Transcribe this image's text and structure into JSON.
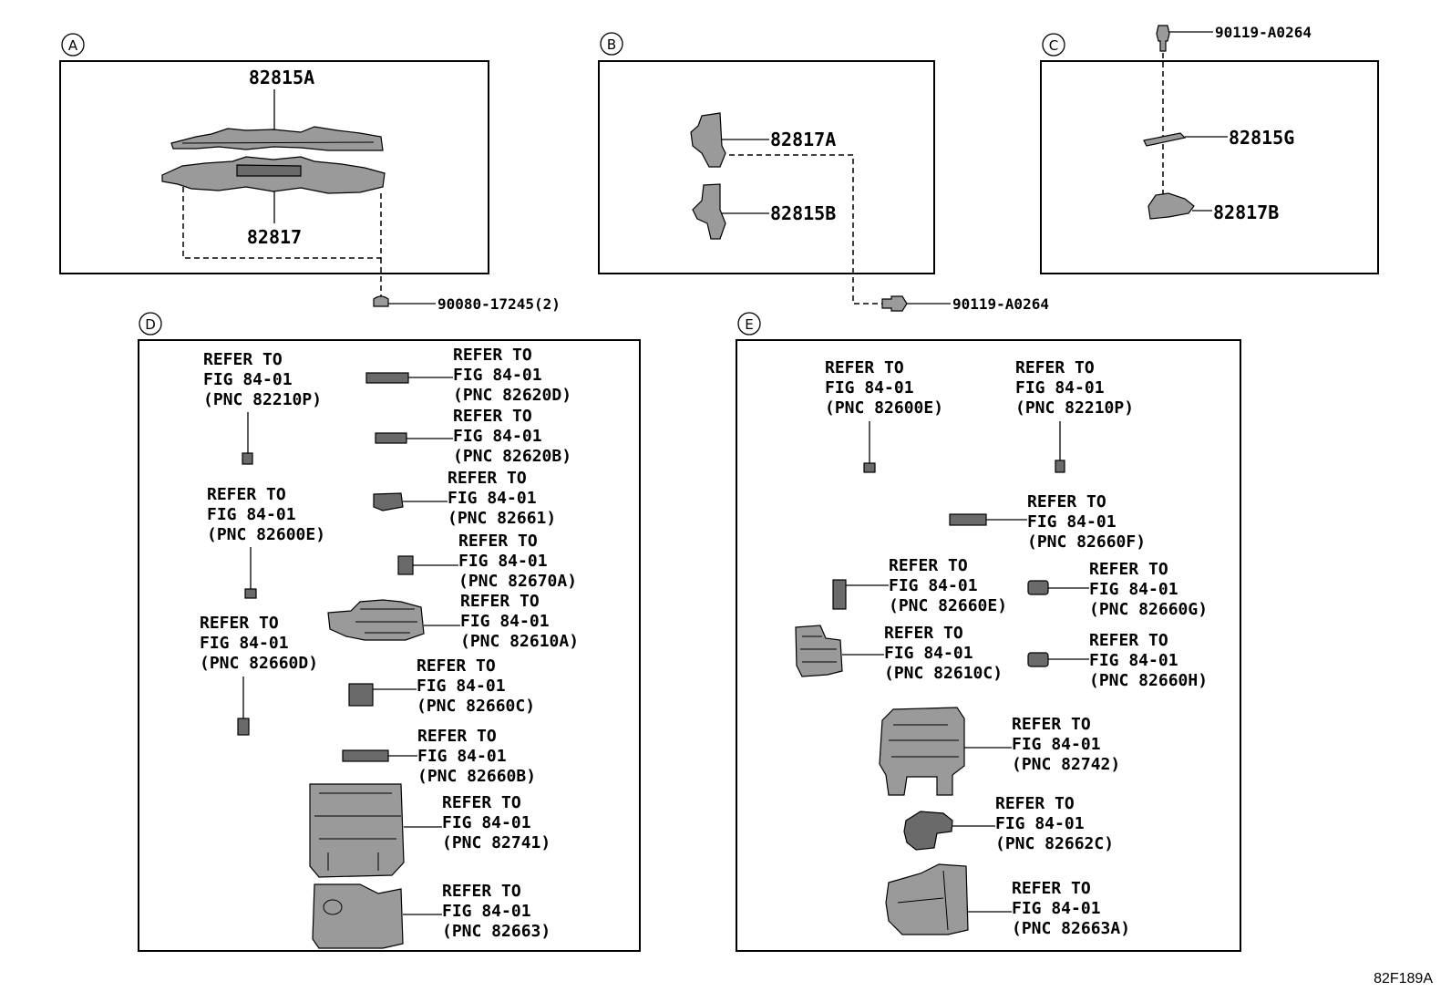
{
  "diagram_code": "82F189A",
  "sections": {
    "A": {
      "label": "A",
      "part_top": "82815A",
      "part_bottom": "82817",
      "fastener": "90080-17245(2)"
    },
    "B": {
      "label": "B",
      "part_top": "82817A",
      "part_bottom": "82815B",
      "fastener": "90119-A0264"
    },
    "C": {
      "label": "C",
      "fastener_top": "90119-A0264",
      "part_mid": "82815G",
      "part_bottom": "82817B"
    },
    "D": {
      "label": "D",
      "refs": [
        {
          "l1": "REFER TO",
          "l2": "FIG 84-01",
          "l3": "(PNC 82210P)"
        },
        {
          "l1": "REFER TO",
          "l2": "FIG 84-01",
          "l3": "(PNC 82600E)"
        },
        {
          "l1": "REFER TO",
          "l2": "FIG 84-01",
          "l3": "(PNC 82660D)"
        },
        {
          "l1": "REFER TO",
          "l2": "FIG 84-01",
          "l3": "(PNC 82620D)"
        },
        {
          "l1": "REFER TO",
          "l2": "FIG 84-01",
          "l3": "(PNC 82620B)"
        },
        {
          "l1": "REFER TO",
          "l2": "FIG 84-01",
          "l3": "(PNC 82661)"
        },
        {
          "l1": "REFER TO",
          "l2": "FIG 84-01",
          "l3": "(PNC 82670A)"
        },
        {
          "l1": "REFER TO",
          "l2": "FIG 84-01",
          "l3": "(PNC 82610A)"
        },
        {
          "l1": "REFER TO",
          "l2": "FIG 84-01",
          "l3": "(PNC 82660C)"
        },
        {
          "l1": "REFER TO",
          "l2": "FIG 84-01",
          "l3": "(PNC 82660B)"
        },
        {
          "l1": "REFER TO",
          "l2": "FIG 84-01",
          "l3": "(PNC 82741)"
        },
        {
          "l1": "REFER TO",
          "l2": "FIG 84-01",
          "l3": "(PNC 82663)"
        }
      ]
    },
    "E": {
      "label": "E",
      "refs": [
        {
          "l1": "REFER TO",
          "l2": "FIG 84-01",
          "l3": "(PNC 82600E)"
        },
        {
          "l1": "REFER TO",
          "l2": "FIG 84-01",
          "l3": "(PNC 82210P)"
        },
        {
          "l1": "REFER TO",
          "l2": "FIG 84-01",
          "l3": "(PNC 82660F)"
        },
        {
          "l1": "REFER TO",
          "l2": "FIG 84-01",
          "l3": "(PNC 82660E)"
        },
        {
          "l1": "REFER TO",
          "l2": "FIG 84-01",
          "l3": "(PNC 82660G)"
        },
        {
          "l1": "REFER TO",
          "l2": "FIG 84-01",
          "l3": "(PNC 82610C)"
        },
        {
          "l1": "REFER TO",
          "l2": "FIG 84-01",
          "l3": "(PNC 82660H)"
        },
        {
          "l1": "REFER TO",
          "l2": "FIG 84-01",
          "l3": "(PNC 82742)"
        },
        {
          "l1": "REFER TO",
          "l2": "FIG 84-01",
          "l3": "(PNC 82662C)"
        },
        {
          "l1": "REFER TO",
          "l2": "FIG 84-01",
          "l3": "(PNC 82663A)"
        }
      ]
    }
  }
}
